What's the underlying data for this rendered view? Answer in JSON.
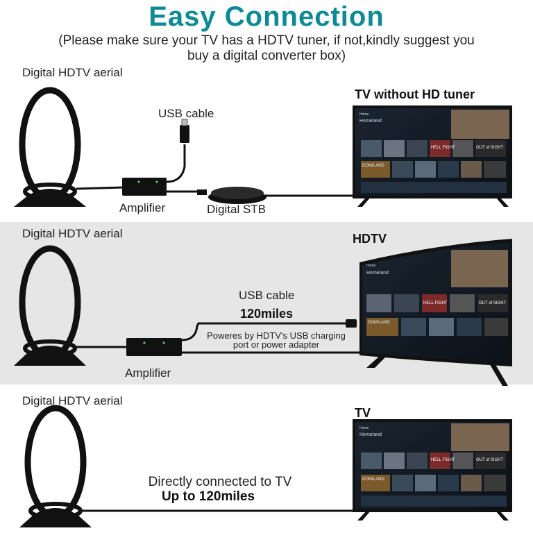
{
  "header": {
    "title": "Easy Connection",
    "subtitle_line1": "(Please make sure your TV has a HDTV tuner, if not,kindly suggest you",
    "subtitle_line2": "buy a digital converter box)"
  },
  "row1": {
    "aerial_label": "Digital HDTV aerial",
    "usb_label": "USB cable",
    "amplifier_label": "Amplifier",
    "stb_label": "Digital STB",
    "tv_label": "TV without HD tuner"
  },
  "row2": {
    "aerial_label": "Digital HDTV aerial",
    "usb_label": "USB cable",
    "range_label": "120miles",
    "power_note_line1": "Poweres by HDTV's USB charging",
    "power_note_line2": "port or power adapter",
    "amplifier_label": "Amplifier",
    "tv_label": "HDTV"
  },
  "row3": {
    "aerial_label": "Digital HDTV aerial",
    "direct_label": "Directly connected to TV",
    "range_label": "Up to 120miles",
    "tv_label": "TV"
  },
  "tv_screen": {
    "home": "Home",
    "show_title": "Homeland",
    "row_a": "DOMILAND",
    "badge_a": "HELL FIGHT",
    "badge_b": "OUT of SIGHT"
  },
  "colors": {
    "title": "#0e8a95",
    "band": "#e6e6e6",
    "screen_bg": "#0f1720",
    "cable": "#111111"
  }
}
